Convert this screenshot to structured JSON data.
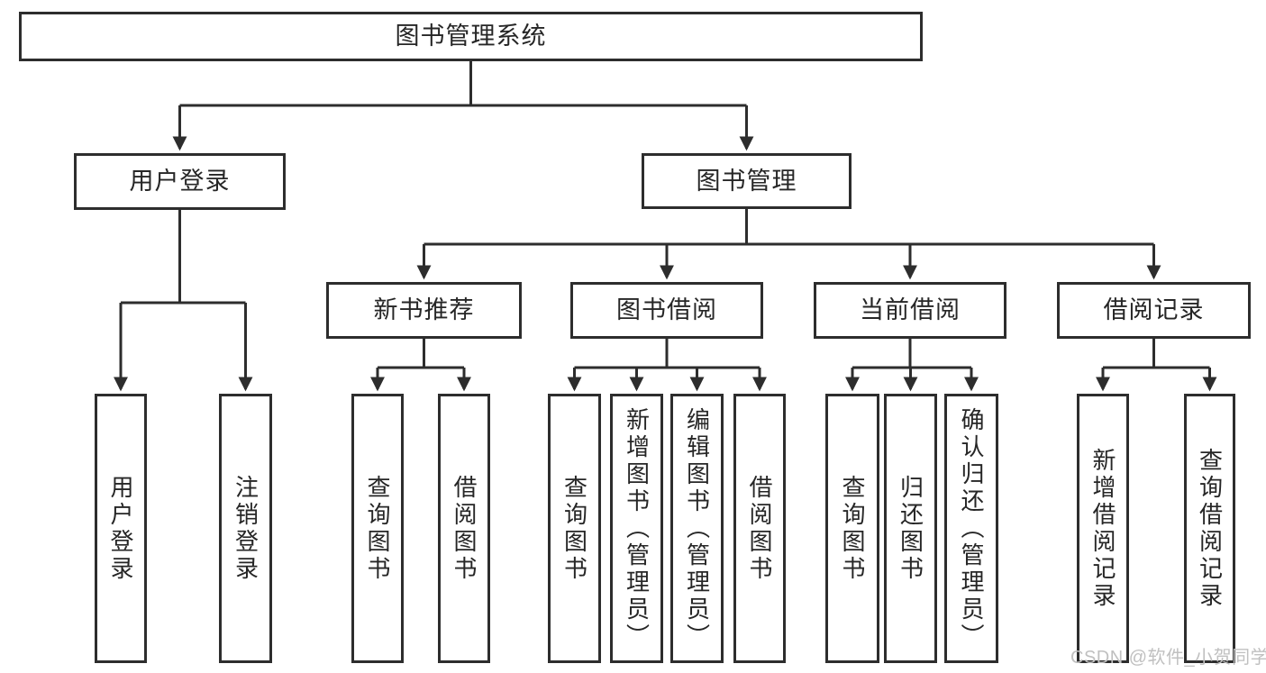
{
  "diagram_title": "图书管理系统",
  "tree": {
    "root": {
      "label": "图书管理系统"
    },
    "level2": [
      {
        "label": "用户登录"
      },
      {
        "label": "图书管理"
      }
    ],
    "level3": [
      {
        "label": "新书推荐",
        "parent": "图书管理"
      },
      {
        "label": "图书借阅",
        "parent": "图书管理"
      },
      {
        "label": "当前借阅",
        "parent": "图书管理"
      },
      {
        "label": "借阅记录",
        "parent": "图书管理"
      }
    ],
    "leaves": [
      {
        "label": "用户登录",
        "parent": "用户登录"
      },
      {
        "label": "注销登录",
        "parent": "用户登录"
      },
      {
        "label": "查询图书",
        "parent": "新书推荐"
      },
      {
        "label": "借阅图书",
        "parent": "新书推荐"
      },
      {
        "label": "查询图书",
        "parent": "图书借阅"
      },
      {
        "label": "新增图书（管理员）",
        "parent": "图书借阅"
      },
      {
        "label": "编辑图书（管理员）",
        "parent": "图书借阅"
      },
      {
        "label": "借阅图书",
        "parent": "图书借阅"
      },
      {
        "label": "查询图书",
        "parent": "当前借阅"
      },
      {
        "label": "归还图书",
        "parent": "当前借阅"
      },
      {
        "label": "确认归还（管理员）",
        "parent": "当前借阅"
      },
      {
        "label": "新增借阅记录",
        "parent": "借阅记录"
      },
      {
        "label": "查询借阅记录",
        "parent": "借阅记录"
      }
    ]
  },
  "watermark": {
    "text": "CSDN @软件_小贺同学"
  },
  "colors": {
    "line": "#2d2d2d",
    "box_border": "#2d2d2d",
    "box_fill": "#ffffff",
    "text": "#262626",
    "background": "#ffffff",
    "watermark": "#c0c0c0"
  }
}
